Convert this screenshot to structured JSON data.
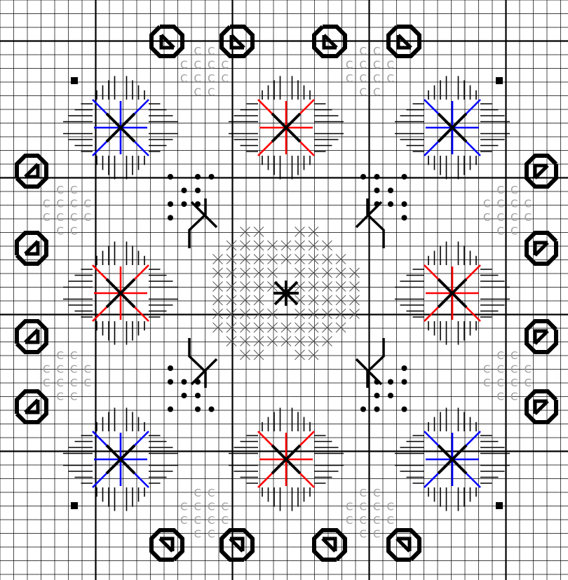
{
  "pattern": {
    "grid_columns": 41,
    "grid_rows": 42,
    "major_grid_every": 10,
    "colors": {
      "background": "#ffffff",
      "grid_minor": "#000000",
      "grid_major": "#000000",
      "stitch_black": "#000000",
      "accent_blue": "#0000ff",
      "accent_red": "#ff0000",
      "fill_symbol": "#a0a0a0"
    },
    "symbols": {
      "fill_c": "C",
      "fill_x": "×",
      "dot_stitch": "dot"
    },
    "motifs": {
      "star_eyelets": [
        {
          "name": "star-eyelet-top-left",
          "accent": "blue"
        },
        {
          "name": "star-eyelet-top-center",
          "accent": "red"
        },
        {
          "name": "star-eyelet-top-right",
          "accent": "blue"
        },
        {
          "name": "star-eyelet-mid-left",
          "accent": "red"
        },
        {
          "name": "star-eyelet-mid-right",
          "accent": "red"
        },
        {
          "name": "star-eyelet-bottom-left",
          "accent": "blue"
        },
        {
          "name": "star-eyelet-bottom-center",
          "accent": "red"
        },
        {
          "name": "star-eyelet-bottom-right",
          "accent": "blue"
        }
      ],
      "center": {
        "name": "center-cross-medallion",
        "accent": "black"
      }
    }
  }
}
